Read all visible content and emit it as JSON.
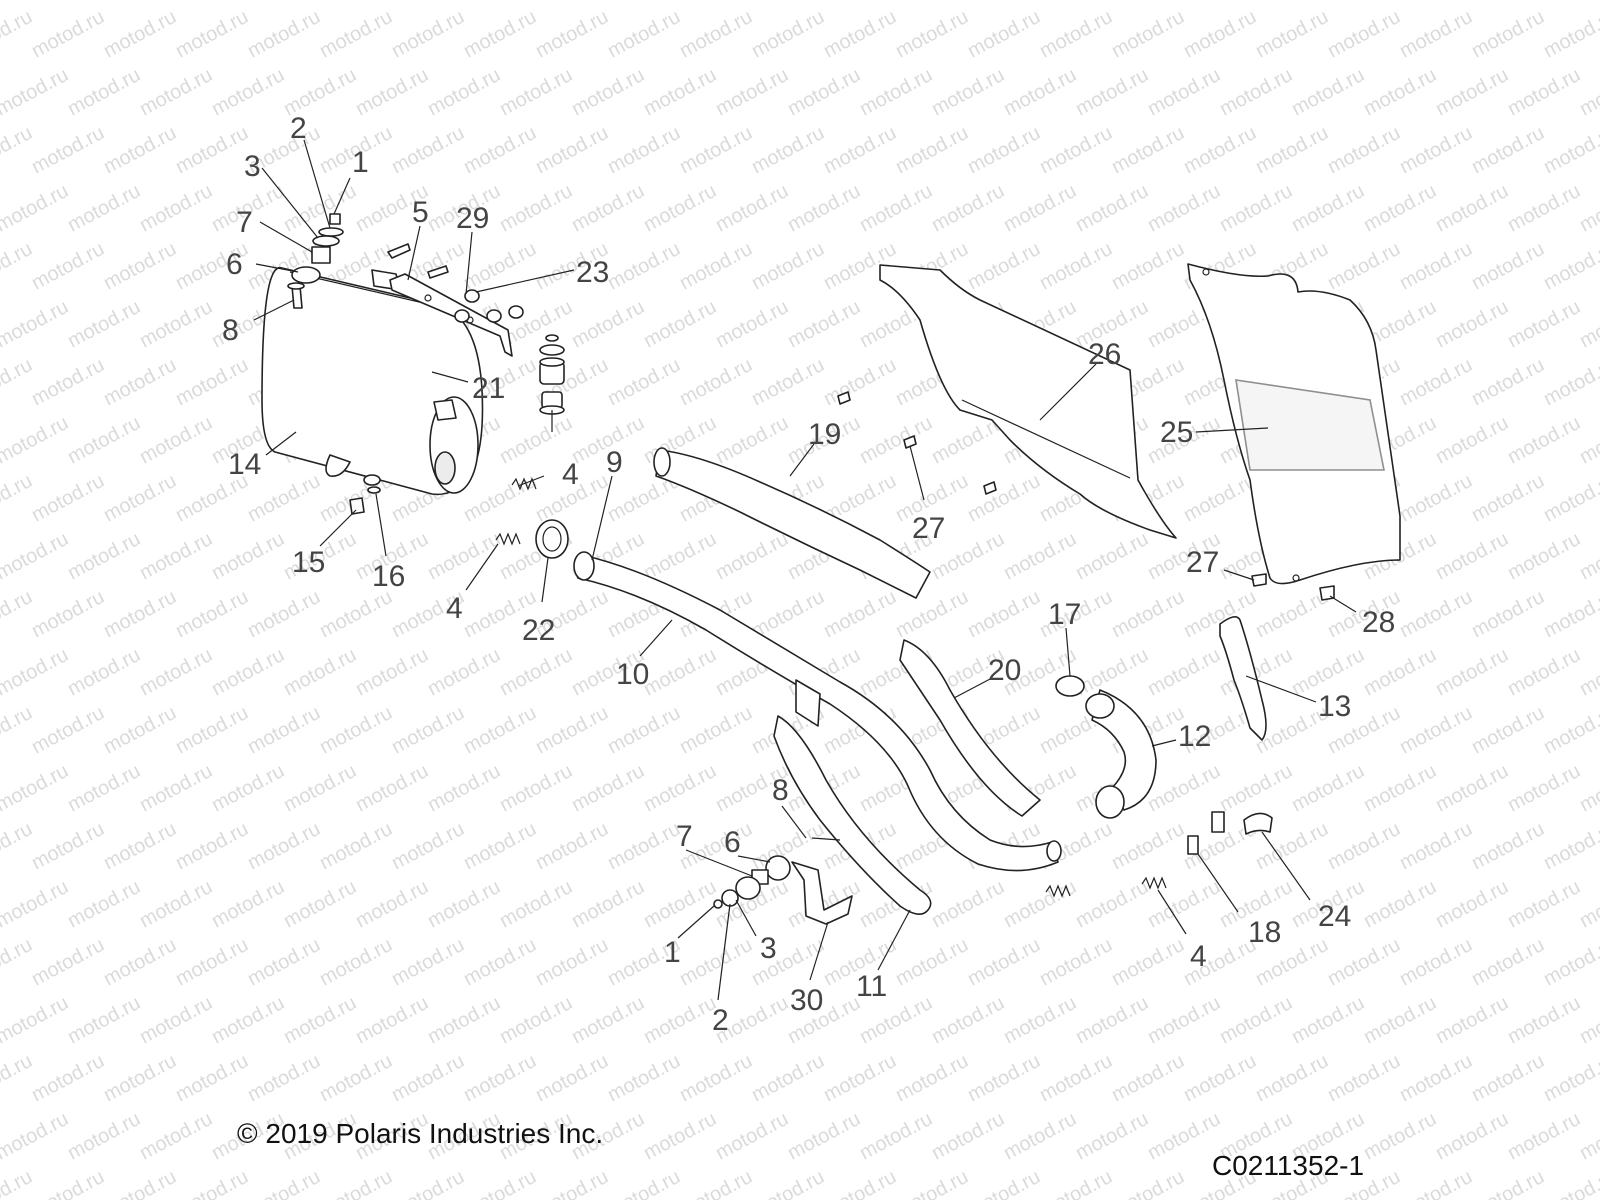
{
  "watermark": "motod.ru",
  "copyright": "© 2019 Polaris Industries Inc.",
  "drawing_number": "C0211352-1",
  "callouts": {
    "c1a": "1",
    "c2a": "2",
    "c3a": "3",
    "c7a": "7",
    "c6a": "6",
    "c8a": "8",
    "c5": "5",
    "c29": "29",
    "c23": "23",
    "c21": "21",
    "c14": "14",
    "c15": "15",
    "c16": "16",
    "c4a": "4",
    "c4b": "4",
    "c22": "22",
    "c9": "9",
    "c10": "10",
    "c19": "19",
    "c26": "26",
    "c27a": "27",
    "c25": "25",
    "c27b": "27",
    "c28": "28",
    "c17": "17",
    "c20": "20",
    "c12": "12",
    "c13": "13",
    "c8b": "8",
    "c6b": "6",
    "c7b": "7",
    "c1b": "1",
    "c3b": "3",
    "c2b": "2",
    "c30": "30",
    "c11": "11",
    "c4c": "4",
    "c18": "18",
    "c24": "24"
  }
}
